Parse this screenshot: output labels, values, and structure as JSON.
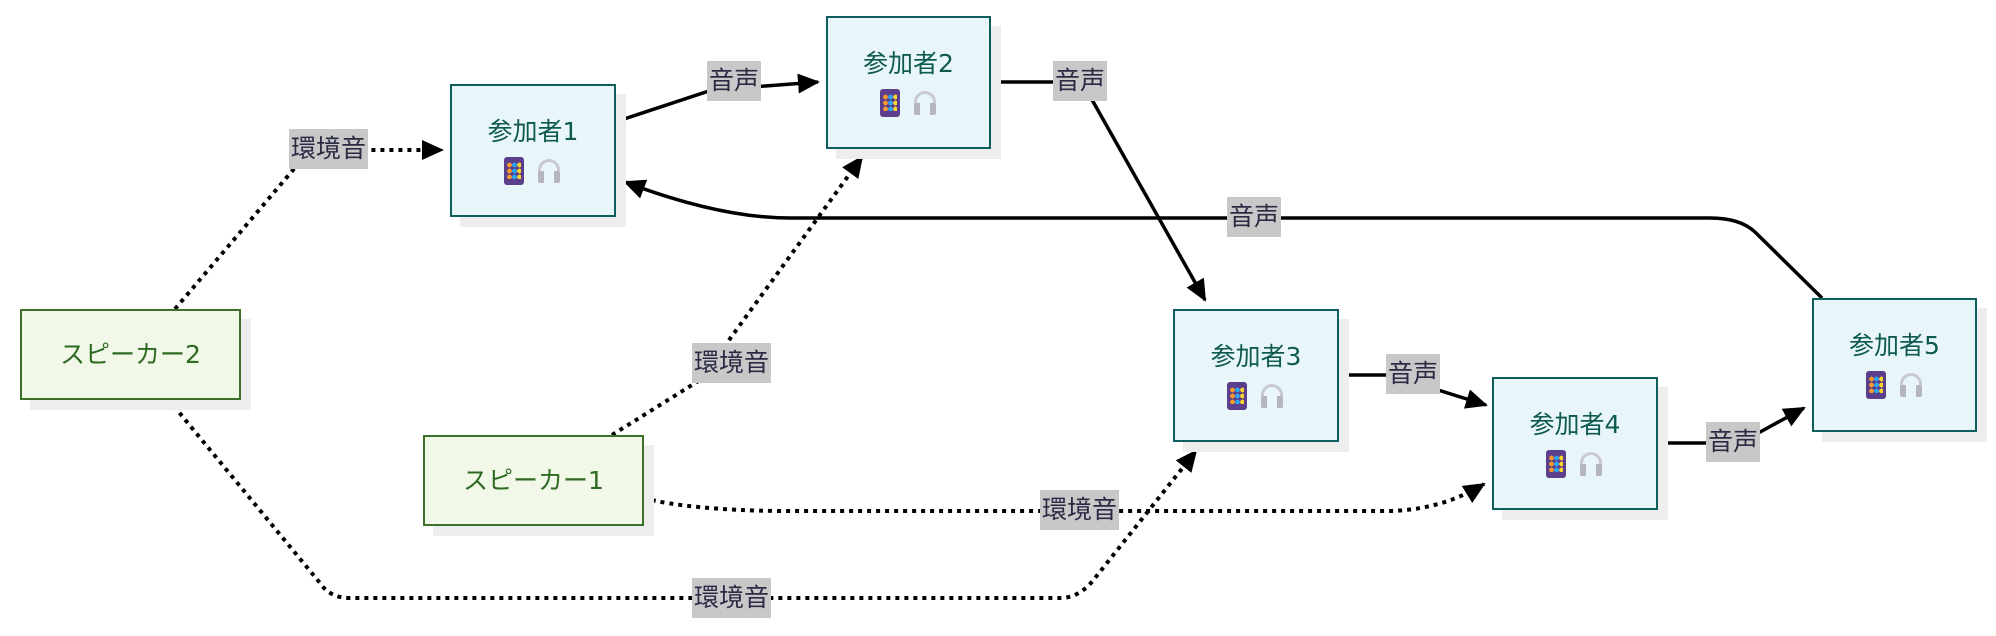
{
  "diagram": {
    "colors": {
      "participant_fill": "#e8f6fa",
      "participant_border": "#0f5e5e",
      "speaker_fill": "#f1f8e8",
      "speaker_border": "#3c7227",
      "label_bg": "#c8c8c8",
      "edge": "#000000"
    },
    "nodes": [
      {
        "id": "p1",
        "kind": "participant",
        "title": "参加者1",
        "icons": [
          "tablet-icon",
          "headphones-icon"
        ]
      },
      {
        "id": "p2",
        "kind": "participant",
        "title": "参加者2",
        "icons": [
          "tablet-icon",
          "headphones-icon"
        ]
      },
      {
        "id": "p3",
        "kind": "participant",
        "title": "参加者3",
        "icons": [
          "tablet-icon",
          "headphones-icon"
        ]
      },
      {
        "id": "p4",
        "kind": "participant",
        "title": "参加者4",
        "icons": [
          "tablet-icon",
          "headphones-icon"
        ]
      },
      {
        "id": "p5",
        "kind": "participant",
        "title": "参加者5",
        "icons": [
          "tablet-icon",
          "headphones-icon"
        ]
      },
      {
        "id": "s1",
        "kind": "speaker",
        "title": "スピーカー1"
      },
      {
        "id": "s2",
        "kind": "speaker",
        "title": "スピーカー2"
      }
    ],
    "edges": [
      {
        "from": "p1",
        "to": "p2",
        "label": "音声",
        "style": "solid"
      },
      {
        "from": "p2",
        "to": "p3",
        "label": "音声",
        "style": "solid"
      },
      {
        "from": "p3",
        "to": "p4",
        "label": "音声",
        "style": "solid"
      },
      {
        "from": "p4",
        "to": "p5",
        "label": "音声",
        "style": "solid"
      },
      {
        "from": "p5",
        "to": "p1",
        "label": "音声",
        "style": "solid"
      },
      {
        "from": "s2",
        "to": "p1",
        "label": "環境音",
        "style": "dotted"
      },
      {
        "from": "s1",
        "to": "p2",
        "label": "環境音",
        "style": "dotted"
      },
      {
        "from": "s1",
        "to": "p4",
        "label": "環境音",
        "style": "dotted"
      },
      {
        "from": "s2",
        "to": "p3",
        "label": "環境音",
        "style": "dotted"
      }
    ]
  }
}
